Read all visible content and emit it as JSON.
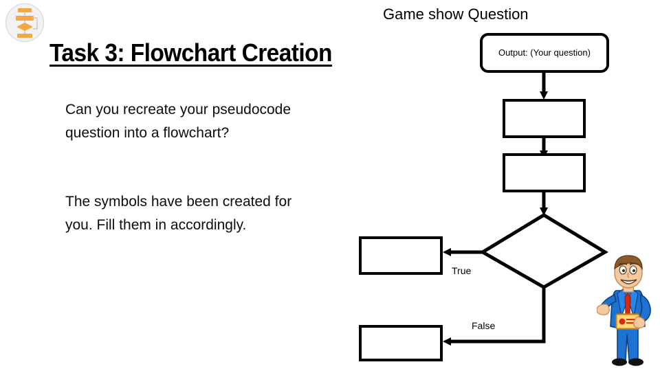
{
  "slide": {
    "title": "Task 3: Flowchart Creation",
    "logo_icon": "flowchart-logo-icon",
    "accent_orange": "#F5A742",
    "outline_color": "#000000",
    "background": "#FFFFFF"
  },
  "body": {
    "paragraph_1": "Can you recreate your pseudocode question into a flowchart?",
    "paragraph_2": "The symbols have been created for you. Fill them in accordingly."
  },
  "flowchart": {
    "heading": "Game show Question",
    "nodes": [
      {
        "id": "terminal-output",
        "type": "terminal",
        "label": "Output: (Your question)"
      },
      {
        "id": "process-1",
        "type": "process",
        "label": ""
      },
      {
        "id": "process-2",
        "type": "process",
        "label": ""
      },
      {
        "id": "decision",
        "type": "decision",
        "label": ""
      },
      {
        "id": "process-true",
        "type": "process",
        "label": ""
      },
      {
        "id": "process-false",
        "type": "process",
        "label": ""
      }
    ],
    "branch_labels": {
      "true": "True",
      "false": "False"
    }
  },
  "illustration": {
    "name": "game-show-host",
    "suit_color": "#1E73D2",
    "tie_color": "#D42A16",
    "card_color": "#F2A72C",
    "skin_color": "#F4C9A0",
    "hair_color": "#8B5A2B"
  }
}
